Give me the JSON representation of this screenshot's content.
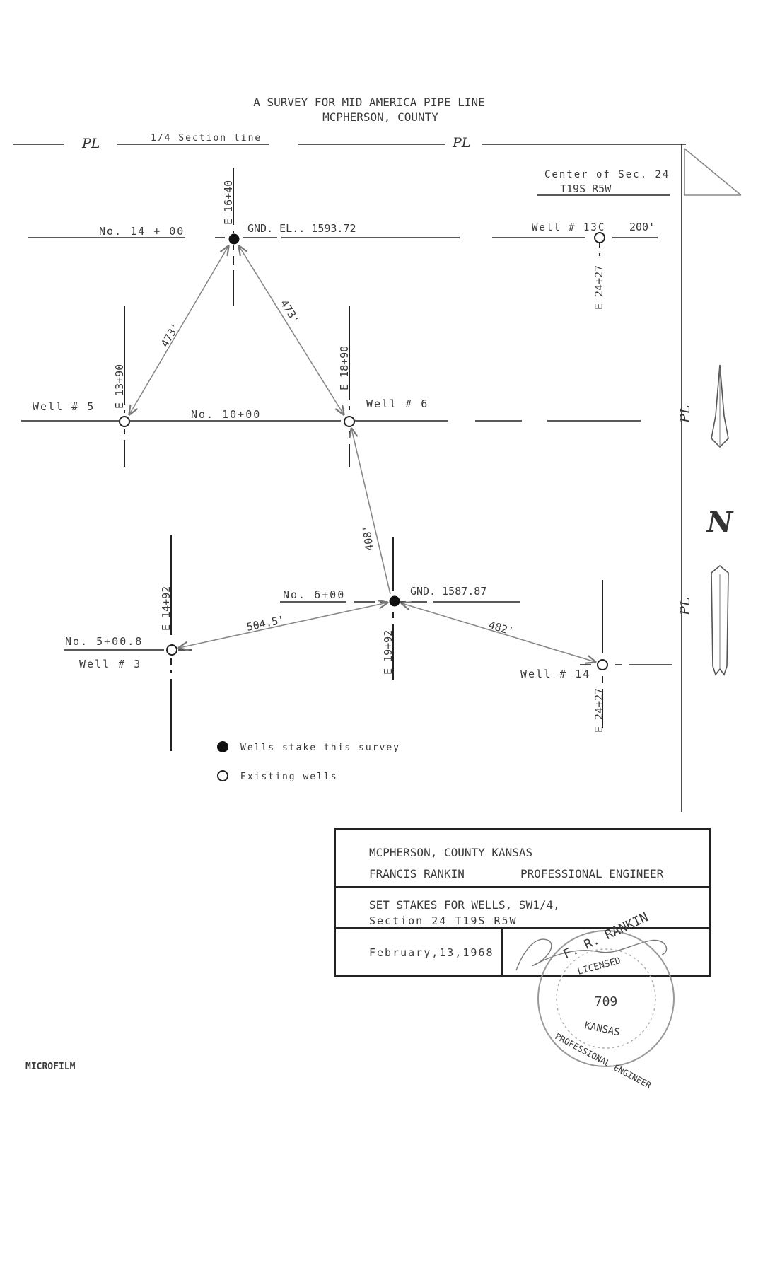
{
  "title": {
    "line1": "A SURVEY FOR MID AMERICA PIPE LINE",
    "line2": "MCPHERSON, COUNTY"
  },
  "lines": {
    "pl_left": "PL",
    "quarter_section": "1/4 Section line",
    "pl_right": "PL",
    "pl_vertical_top": "PL",
    "pl_vertical_bottom": "PL"
  },
  "center_note": {
    "line1": "Center of Sec. 24",
    "line2": "T19S R5W"
  },
  "stations": {
    "no14": "No. 14 + 00",
    "no10": "No. 10+00",
    "no6": "No. 6+00",
    "no5": "No. 5+00.8"
  },
  "elevations": {
    "top": "GND. EL.. 1593.72",
    "bottom": "GND. 1587.87"
  },
  "wells": {
    "w13c": "Well # 13C",
    "w13c_dist": "200'",
    "w5": "Well # 5",
    "w6": "Well # 6",
    "w3": "Well # 3",
    "w14": "Well # 14"
  },
  "eastings": {
    "e1640": "E 16+40",
    "e2427_top": "E 24+27",
    "e1390": "E 13+90",
    "e1890": "E 18+90",
    "e1492": "E 14+92",
    "e1992": "E 19+92",
    "e2427_bottom": "E 24+27"
  },
  "distances": {
    "d_left": "473'",
    "d_right": "473'",
    "d_408": "408'",
    "d_5045": "504.5'",
    "d_482": "482'"
  },
  "north": "N",
  "legend": {
    "staked": "Wells stake this survey",
    "existing": "Existing wells"
  },
  "title_block": {
    "county": "MCPHERSON, COUNTY KANSAS",
    "engineer_name": "FRANCIS RANKIN",
    "engineer_title": "PROFESSIONAL ENGINEER",
    "task_line1": "SET STAKES FOR WELLS, SW1/4,",
    "task_line2": "Section 24 T19S R5W",
    "date": "February,13,1968"
  },
  "seal": {
    "name": "F. R. RANKIN",
    "licensed": "LICENSED",
    "number": "709",
    "state": "KANSAS",
    "title": "PROFESSIONAL ENGINEER"
  },
  "stamp": "MICROFILM"
}
